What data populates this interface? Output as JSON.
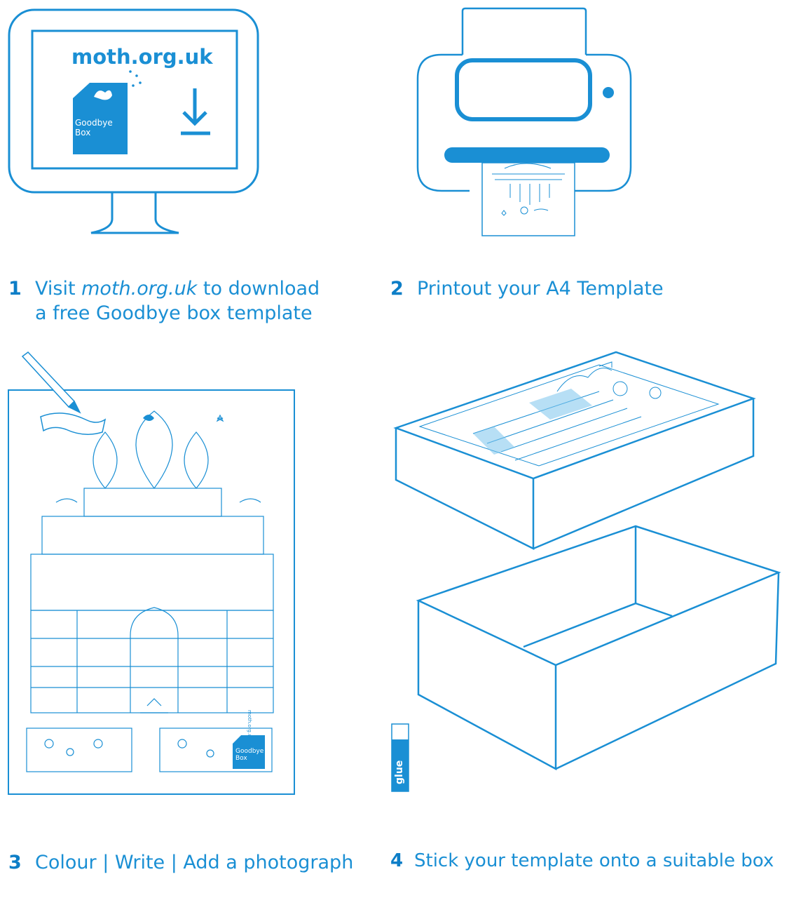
{
  "brand": {
    "accent_color": "#1a8fd4",
    "dark_accent_color": "#0a78c2",
    "website": "moth.org.uk",
    "box_name_line1": "Goodbye",
    "box_name_line2": "Box",
    "template_credit": "moth.org.uk",
    "glue_label": "glue"
  },
  "icons": {
    "download": "download-arrow-icon",
    "monitor": "computer-monitor-icon",
    "printer": "printer-icon",
    "pencil": "pencil-icon",
    "glue_stick": "glue-stick-icon"
  },
  "steps": [
    {
      "number": "1",
      "line1_pre": "Visit ",
      "line1_link": "moth.org.uk",
      "line1_post": " to download",
      "line2": "a free Goodbye box template"
    },
    {
      "number": "2",
      "text": "Printout your A4 Template"
    },
    {
      "number": "3",
      "text": "Colour | Write | Add a photograph"
    },
    {
      "number": "4",
      "text": "Stick your template onto a suitable box"
    }
  ]
}
